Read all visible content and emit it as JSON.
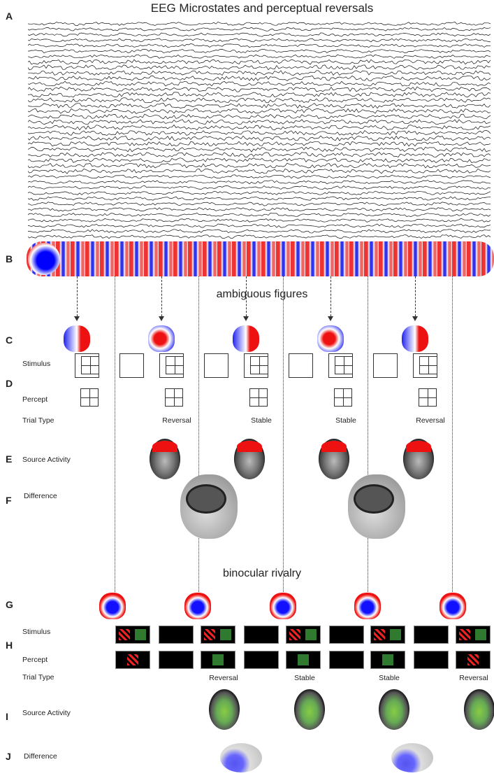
{
  "title": "EEG Microstates and perceptual reversals",
  "panels": {
    "A": "A",
    "B": "B",
    "C": "C",
    "D": "D",
    "E": "E",
    "F": "F",
    "G": "G",
    "H": "H",
    "I": "I",
    "J": "J"
  },
  "sections": {
    "ambiguous": "ambiguous figures",
    "binocular": "binocular rivalry"
  },
  "row_labels": {
    "stimulus": "Stimulus",
    "percept": "Percept",
    "trial_type": "Trial Type",
    "source_activity": "Source Activity",
    "difference": "Difference"
  },
  "ambiguous_trials": [
    "Reversal",
    "Stable",
    "Stable",
    "Reversal"
  ],
  "rivalry_trials": [
    "Reversal",
    "Stable",
    "Stable",
    "Reversal"
  ],
  "colors": {
    "red": "#e02020",
    "blue": "#1020e0",
    "green": "#2f7a2f"
  }
}
